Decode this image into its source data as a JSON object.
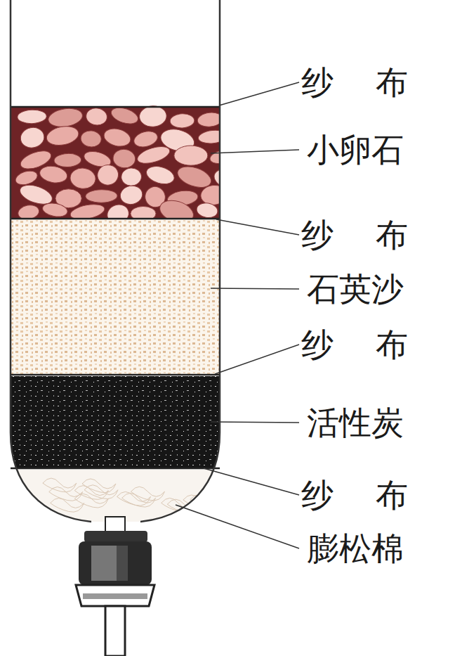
{
  "diagram": {
    "labels": [
      "纱布",
      "小卵石",
      "纱布",
      "石英沙",
      "纱布",
      "活性炭",
      "纱布",
      "膨松棉"
    ]
  }
}
